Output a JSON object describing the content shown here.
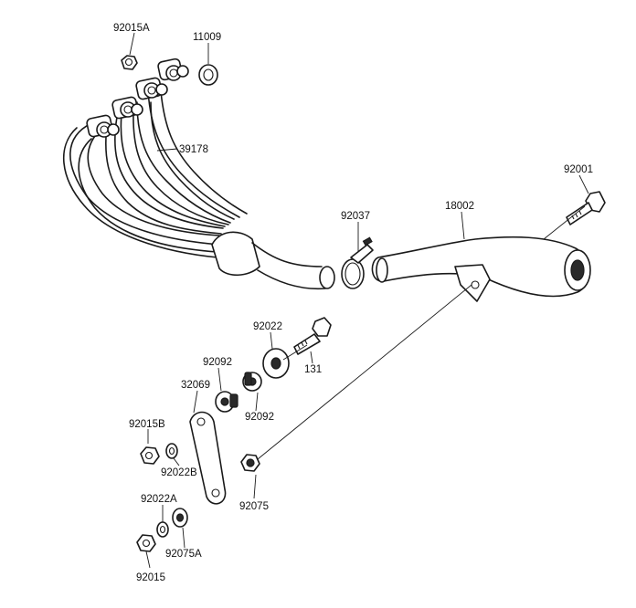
{
  "diagram": {
    "labels": {
      "l_92015A_top": "92015A",
      "l_11009": "11009",
      "l_39178": "39178",
      "l_92037": "92037",
      "l_18002": "18002",
      "l_92001": "92001",
      "l_92022": "92022",
      "l_131": "131",
      "l_92092_a": "92092",
      "l_32069": "32069",
      "l_92092_b": "92092",
      "l_92015B": "92015B",
      "l_92022B": "92022B",
      "l_92075": "92075",
      "l_92022A": "92022A",
      "l_92075A": "92075A",
      "l_92015": "92015"
    }
  }
}
